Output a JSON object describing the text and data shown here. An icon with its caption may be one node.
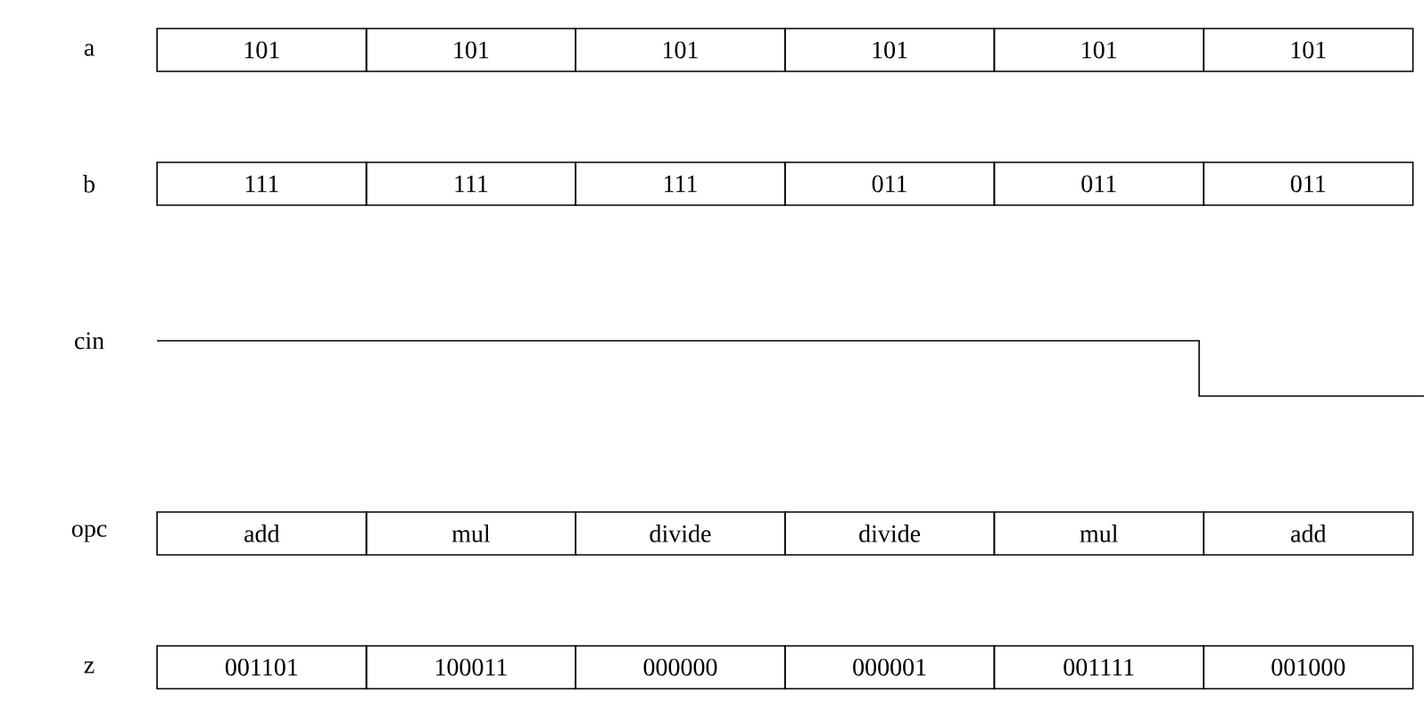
{
  "diagram": {
    "nodes": [
      {
        "text": [
          "101"
        ]
      },
      {
        "text": [
          "101"
        ]
      },
      {
        "text": [
          "101"
        ]
      },
      {
        "text": [
          "101"
        ]
      },
      {
        "text": [
          "101"
        ]
      },
      {
        "text": [
          "101"
        ]
      },
      {
        "text": [
          "111"
        ]
      },
      {
        "text": [
          "111"
        ]
      },
      {
        "text": [
          "111"
        ]
      },
      {
        "text": [
          "011"
        ]
      },
      {
        "text": [
          "011"
        ]
      },
      {
        "text": [
          "011"
        ]
      },
      {
        "text": [
          "add"
        ]
      },
      {
        "text": [
          "mul"
        ]
      },
      {
        "text": [
          "divide"
        ]
      },
      {
        "text": [
          "divide"
        ]
      },
      {
        "text": [
          "mul"
        ]
      },
      {
        "text": [
          "add"
        ]
      },
      {
        "text": [
          "001101"
        ]
      },
      {
        "text": [
          "100011"
        ]
      },
      {
        "text": [
          "000000"
        ]
      },
      {
        "text": [
          "000001"
        ]
      },
      {
        "text": [
          "001111"
        ]
      },
      {
        "text": [
          "001000"
        ]
      }
    ],
    "labels": [
      "a",
      "b",
      "cin",
      "opc",
      "z"
    ]
  }
}
